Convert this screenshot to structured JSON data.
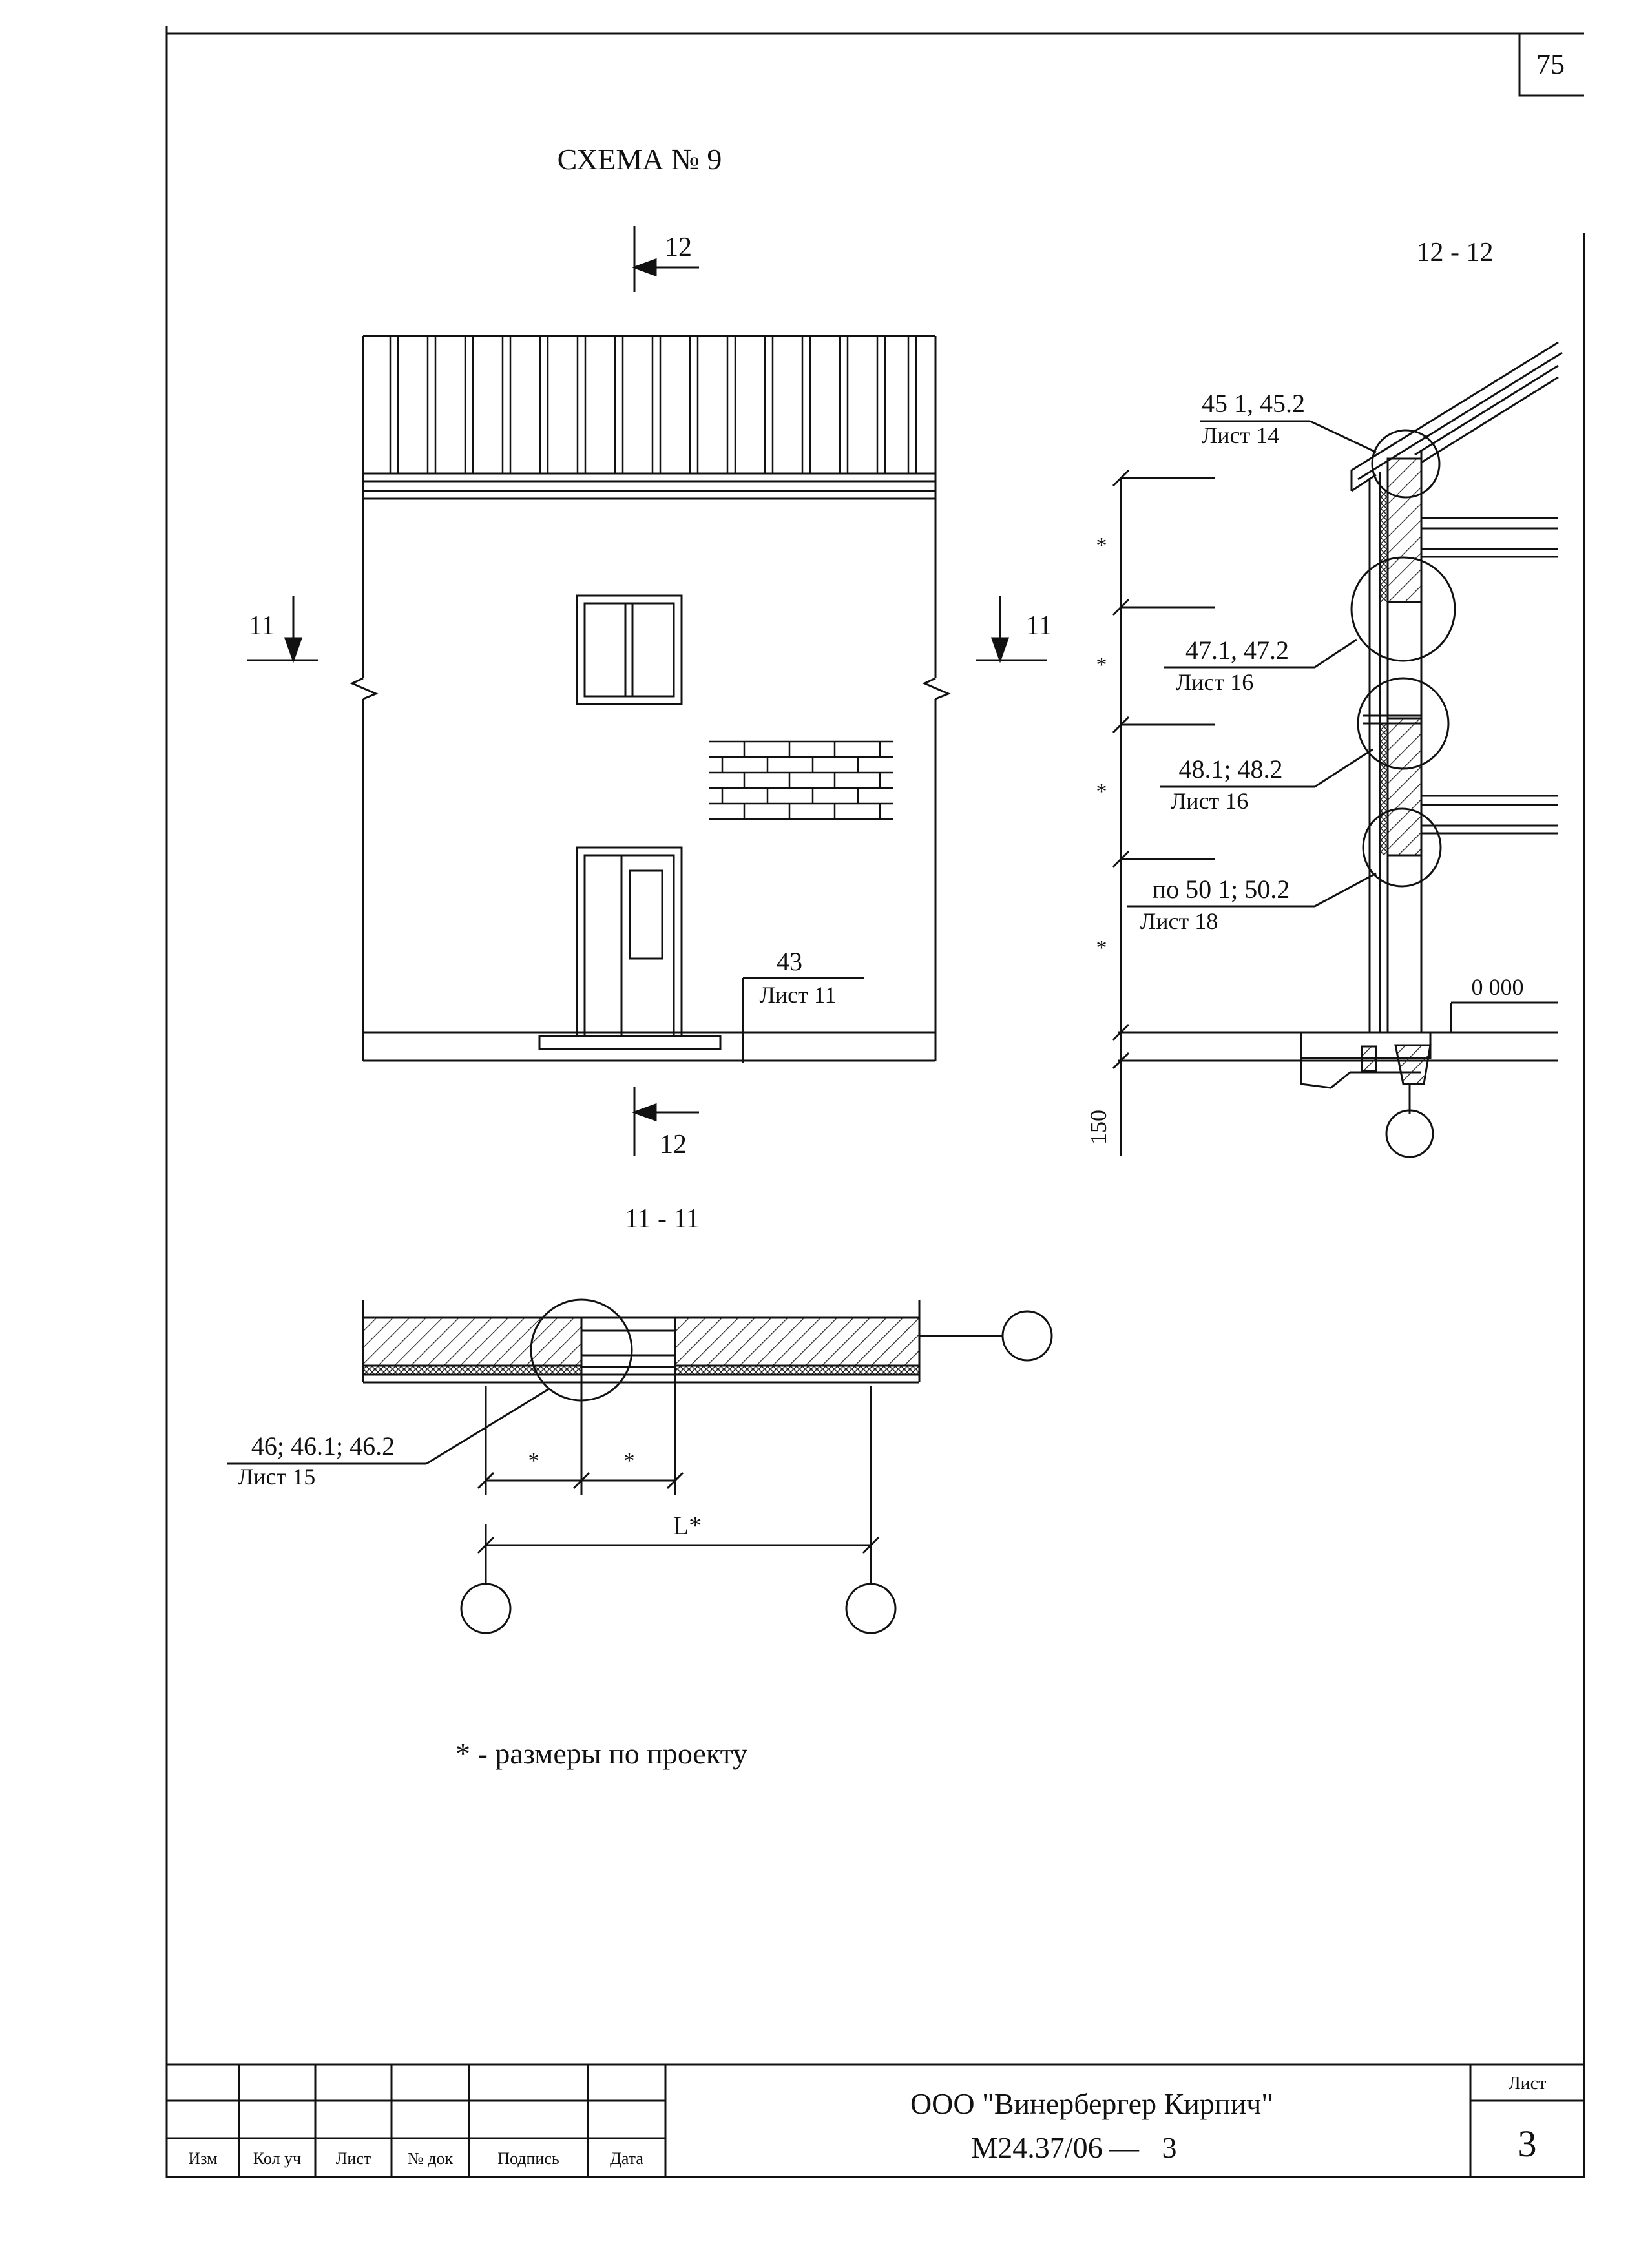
{
  "page_number": "75",
  "scheme_title": "СХЕМА № 9",
  "elevation": {
    "section_marks": {
      "top_12": "12",
      "bottom_12": "12",
      "left_11": "11",
      "right_11": "11"
    },
    "callout_43": {
      "ref": "43",
      "sheet": "Лист 11"
    }
  },
  "section_12": {
    "title": "12 - 12",
    "callouts": [
      {
        "ref": "45 1, 45.2",
        "sheet": "Лист 14"
      },
      {
        "ref": "47.1, 47.2",
        "sheet": "Лист 16"
      },
      {
        "ref": "48.1; 48.2",
        "sheet": "Лист 16"
      },
      {
        "ref": "по 50 1; 50.2",
        "sheet": "Лист 18"
      }
    ],
    "dimension_marks": [
      "*",
      "*",
      "*",
      "*"
    ],
    "level_mark": "0 000",
    "dim_150": "150"
  },
  "section_11": {
    "title": "11 - 11",
    "callout": {
      "ref": "46; 46.1; 46.2",
      "sheet": "Лист 15"
    },
    "dim_marks": [
      "*",
      "*"
    ],
    "span_label": "L*"
  },
  "note": "* - размеры по проекту",
  "title_block": {
    "company": "ООО \"Винербергер Кирпич\"",
    "doc_code": "М24.37/06",
    "doc_sep": "—",
    "doc_num": "3",
    "sheet_label": "Лист",
    "sheet_number": "3",
    "columns": [
      "Изм",
      "Кол уч",
      "Лист",
      "№ док",
      "Подпись",
      "Дата"
    ]
  }
}
